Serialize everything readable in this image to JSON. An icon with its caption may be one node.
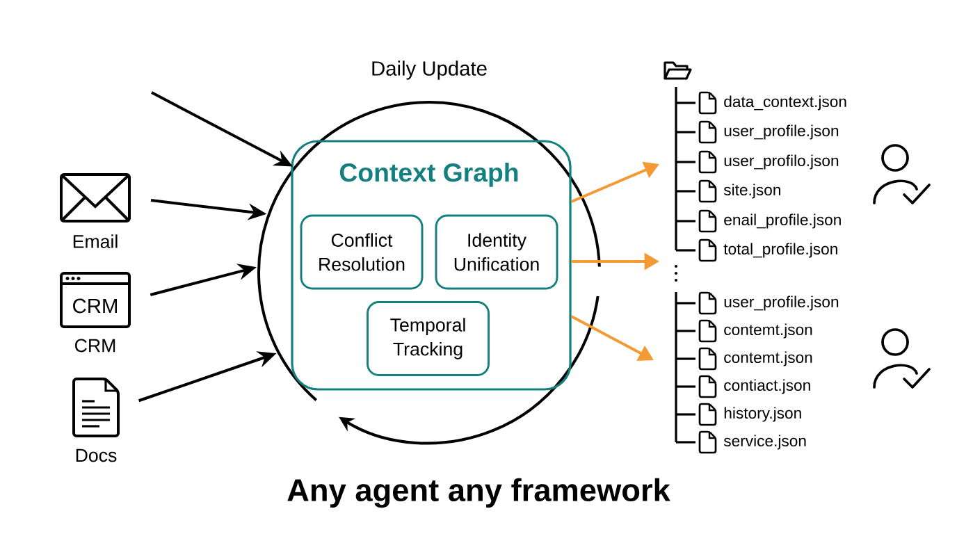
{
  "diagram": {
    "caption": "Any agent any framework",
    "nodes": [
      {
        "text": [
          "Daily Update"
        ]
      },
      {
        "text": [
          "Context Graph"
        ],
        "in": 0
      },
      {
        "text": [
          "Conflict Resolution"
        ],
        "in": 1
      },
      {
        "text": [
          "Identity Unification"
        ],
        "in": 1
      },
      {
        "text": [
          "Temporal Tracking"
        ],
        "in": 1
      },
      {
        "text": [
          "Email"
        ]
      },
      {
        "text": [
          "CRM",
          "CRM"
        ]
      },
      {
        "text": [
          "Docs"
        ]
      }
    ],
    "edges": [
      {
        "from": null,
        "to": 0,
        "arrow": "to"
      },
      {
        "from": 5,
        "to": 0,
        "arrow": "to"
      },
      {
        "from": 6,
        "to": 0,
        "arrow": "to"
      },
      {
        "from": 7,
        "to": 0,
        "arrow": "to"
      },
      {
        "from": 1,
        "to": null,
        "arrow": "to",
        "color": "#f39a34"
      },
      {
        "from": 1,
        "to": null,
        "arrow": "to",
        "color": "#f39a34"
      },
      {
        "from": 1,
        "to": null,
        "arrow": "to",
        "color": "#f39a34"
      }
    ],
    "labels": [
      "data_context.json",
      "user_profile.json",
      "user_profilo.json",
      "site.json",
      "enail_profile.json",
      "total_profile.json",
      "user_profile.json",
      "contemt.json",
      "contemt.json",
      "contiact.json",
      "history.json",
      "service.json"
    ]
  }
}
